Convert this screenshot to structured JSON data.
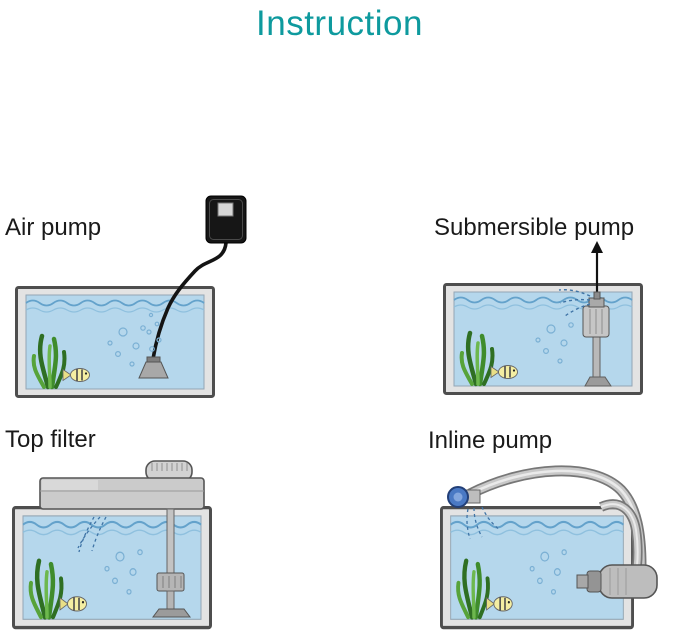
{
  "title": "Instruction",
  "colors": {
    "title_teal": "#0e9a9e",
    "label_text": "#1a1a1a",
    "water_blue": "#b5d7ec",
    "tank_frame_gray": "#e3e3e3",
    "plant_green": "#3f8c2c",
    "fish_yellow": "#f4eea2",
    "hose_black": "#141414",
    "fitting_blue": "#4a79c4",
    "spray_blue": "#3f74a6"
  },
  "panels": [
    {
      "id": "air-pump",
      "label": "Air pump"
    },
    {
      "id": "submersible-pump",
      "label": "Submersible pump"
    },
    {
      "id": "top-filter",
      "label": "Top filter"
    },
    {
      "id": "inline-pump",
      "label": "Inline pump"
    }
  ]
}
